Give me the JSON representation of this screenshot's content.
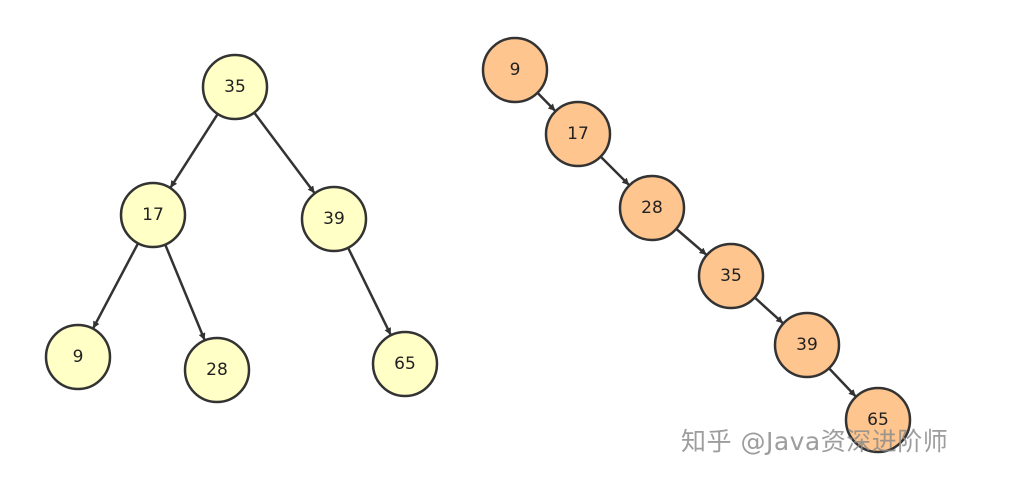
{
  "colors": {
    "yellow_node_fill": "#FFFFC6",
    "orange_node_fill": "#FFC58F",
    "node_stroke": "#333333",
    "edge": "#333333"
  },
  "balanced_tree": {
    "nodes": [
      {
        "id": "b35",
        "label": "35"
      },
      {
        "id": "b17",
        "label": "17"
      },
      {
        "id": "b39",
        "label": "39"
      },
      {
        "id": "b9",
        "label": "9"
      },
      {
        "id": "b28",
        "label": "28"
      },
      {
        "id": "b65",
        "label": "65"
      }
    ],
    "edges": [
      {
        "from": "b35",
        "to": "b17"
      },
      {
        "from": "b35",
        "to": "b39"
      },
      {
        "from": "b17",
        "to": "b9"
      },
      {
        "from": "b17",
        "to": "b28"
      },
      {
        "from": "b39",
        "to": "b65"
      }
    ]
  },
  "degenerate_tree": {
    "nodes": [
      {
        "id": "d9",
        "label": "9"
      },
      {
        "id": "d17",
        "label": "17"
      },
      {
        "id": "d28",
        "label": "28"
      },
      {
        "id": "d35",
        "label": "35"
      },
      {
        "id": "d39",
        "label": "39"
      },
      {
        "id": "d65",
        "label": "65"
      }
    ],
    "edges": [
      {
        "from": "d9",
        "to": "d17"
      },
      {
        "from": "d17",
        "to": "d28"
      },
      {
        "from": "d28",
        "to": "d35"
      },
      {
        "from": "d35",
        "to": "d39"
      },
      {
        "from": "d39",
        "to": "d65"
      }
    ]
  },
  "watermark": {
    "text": "知乎 @Java资深进阶师"
  }
}
